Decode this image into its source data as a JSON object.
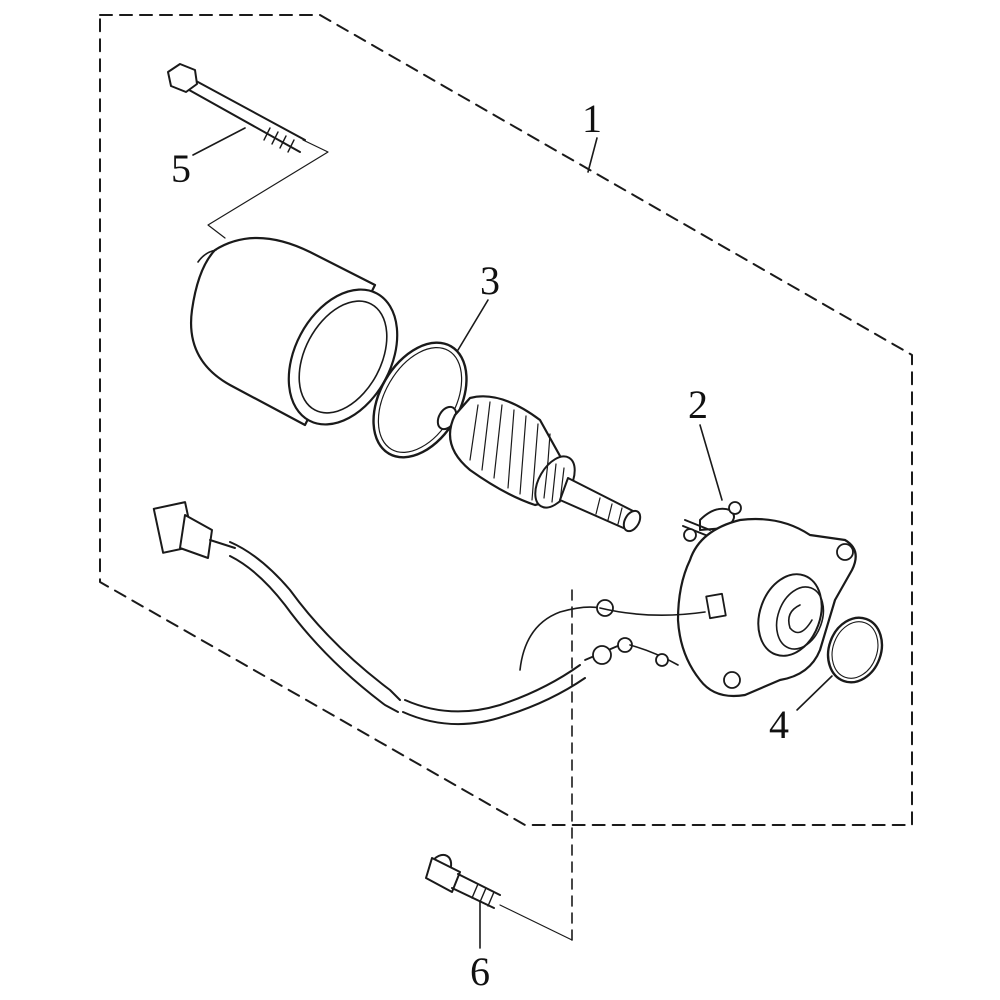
{
  "colors": {
    "ink": "#1a1a1a",
    "paper": "#ffffff"
  },
  "callouts": [
    {
      "id": "1",
      "label": "1"
    },
    {
      "id": "2",
      "label": "2"
    },
    {
      "id": "3",
      "label": "3"
    },
    {
      "id": "4",
      "label": "4"
    },
    {
      "id": "5",
      "label": "5"
    },
    {
      "id": "6",
      "label": "6"
    }
  ]
}
